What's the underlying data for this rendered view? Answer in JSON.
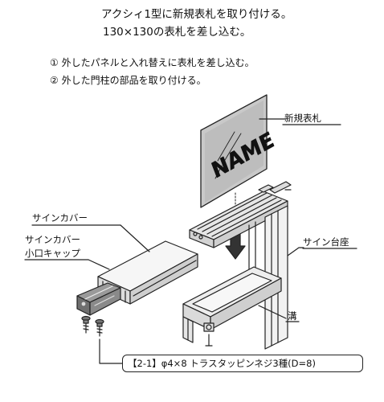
{
  "title": {
    "line1": "アクシィ1型に新規表札を取り付ける。",
    "line2": "130×130の表札を差し込む。"
  },
  "steps": [
    "① 外したパネルと入れ替えに表札を差し込む。",
    "② 外した門柱の部品を取り付ける。"
  ],
  "nameplate_text": "NAME",
  "labels": {
    "new_nameplate": "新規表札",
    "sign_cover": "サインカバー",
    "sign_cover_cap_line1": "サインカバー",
    "sign_cover_cap_line2": "小口キャップ",
    "sign_base": "サイン台座",
    "groove": "溝",
    "screw": "【2-1】φ4×8 トラスタッピンネジ3種(D=8)"
  }
}
